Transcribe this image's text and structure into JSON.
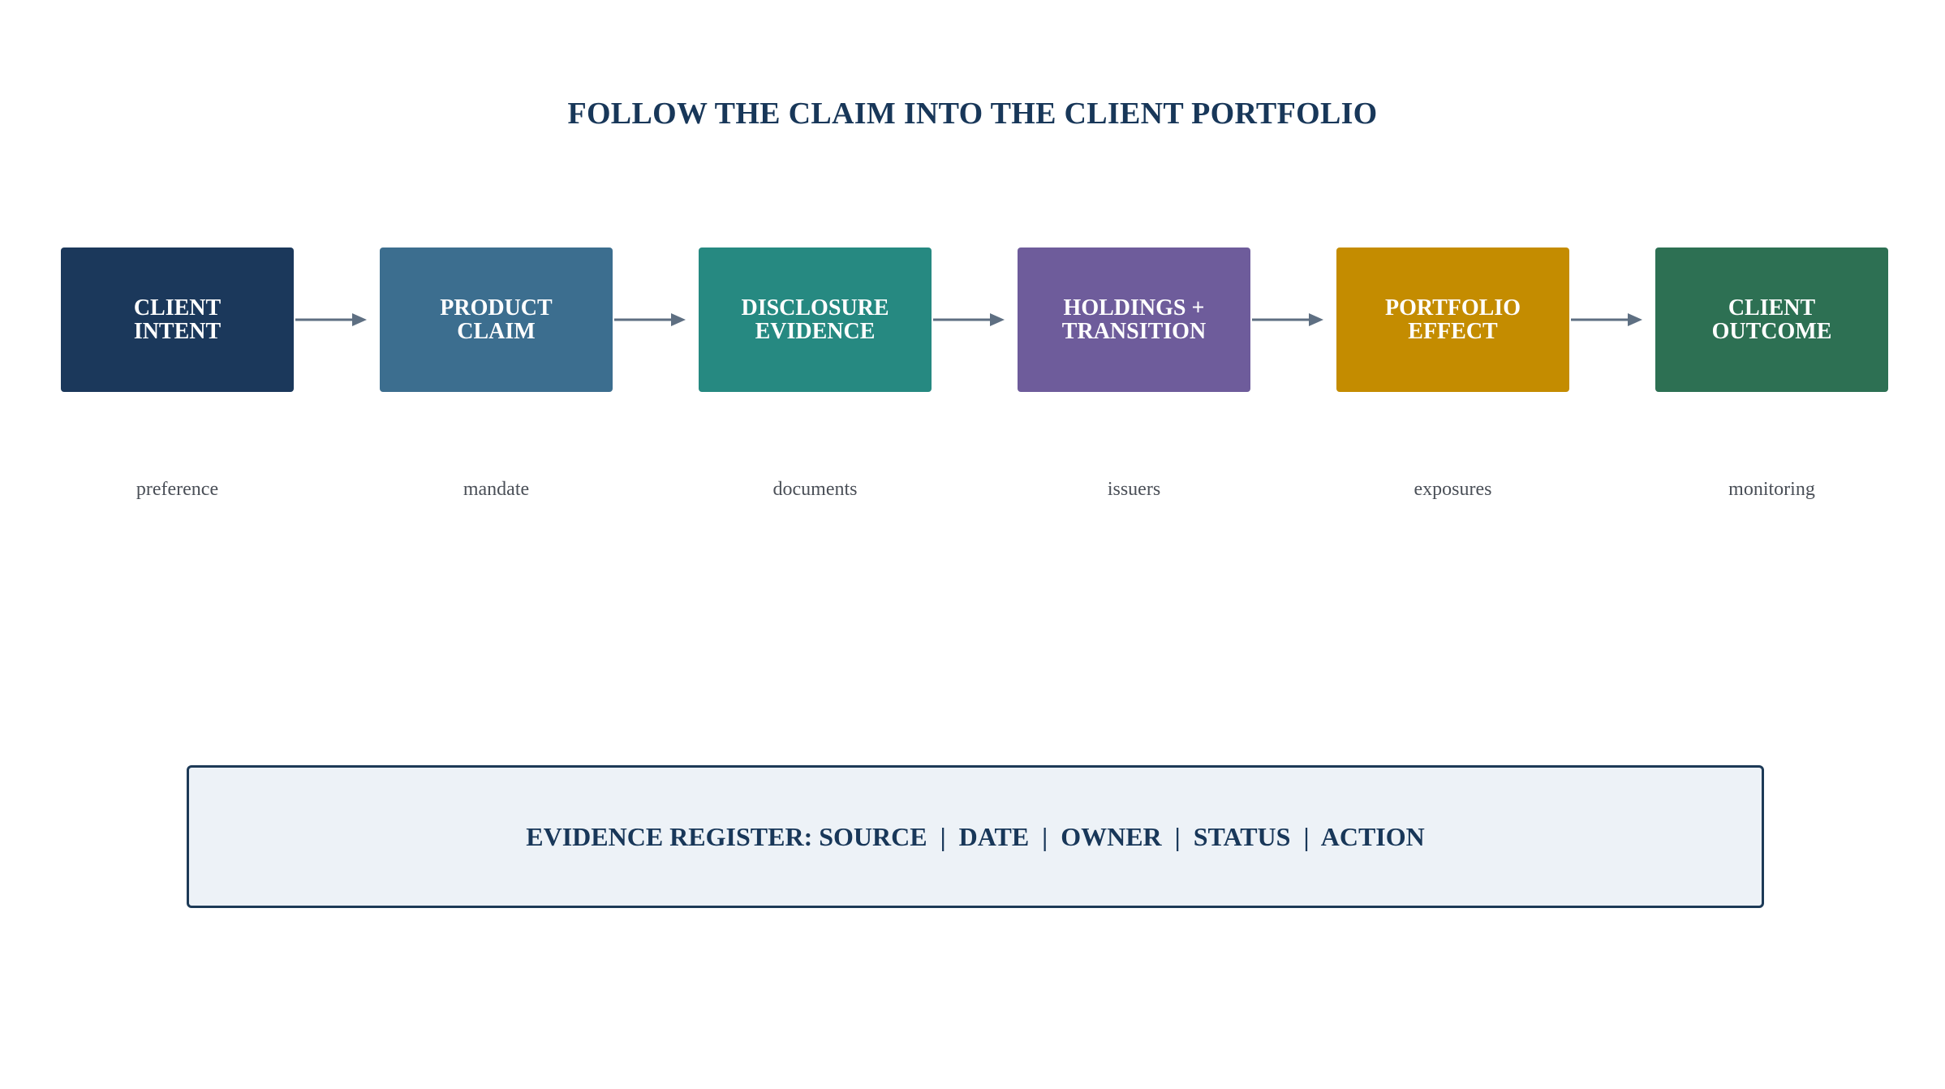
{
  "title": "FOLLOW THE CLAIM INTO THE CLIENT PORTFOLIO",
  "arrow_color": "#5e6f82",
  "steps": [
    {
      "label": "CLIENT\nINTENT",
      "sublabel": "preference",
      "color": "#1b385b"
    },
    {
      "label": "PRODUCT\nCLAIM",
      "sublabel": "mandate",
      "color": "#3c6e8f"
    },
    {
      "label": "DISCLOSURE\nEVIDENCE",
      "sublabel": "documents",
      "color": "#268981"
    },
    {
      "label": "HOLDINGS +\nTRANSITION",
      "sublabel": "issuers",
      "color": "#6e5c9b"
    },
    {
      "label": "PORTFOLIO\nEFFECT",
      "sublabel": "exposures",
      "color": "#c48c00"
    },
    {
      "label": "CLIENT\nOUTCOME",
      "sublabel": "monitoring",
      "color": "#2d7053"
    }
  ],
  "register": {
    "text": "EVIDENCE REGISTER: SOURCE  |  DATE  |  OWNER  |  STATUS  |  ACTION"
  }
}
